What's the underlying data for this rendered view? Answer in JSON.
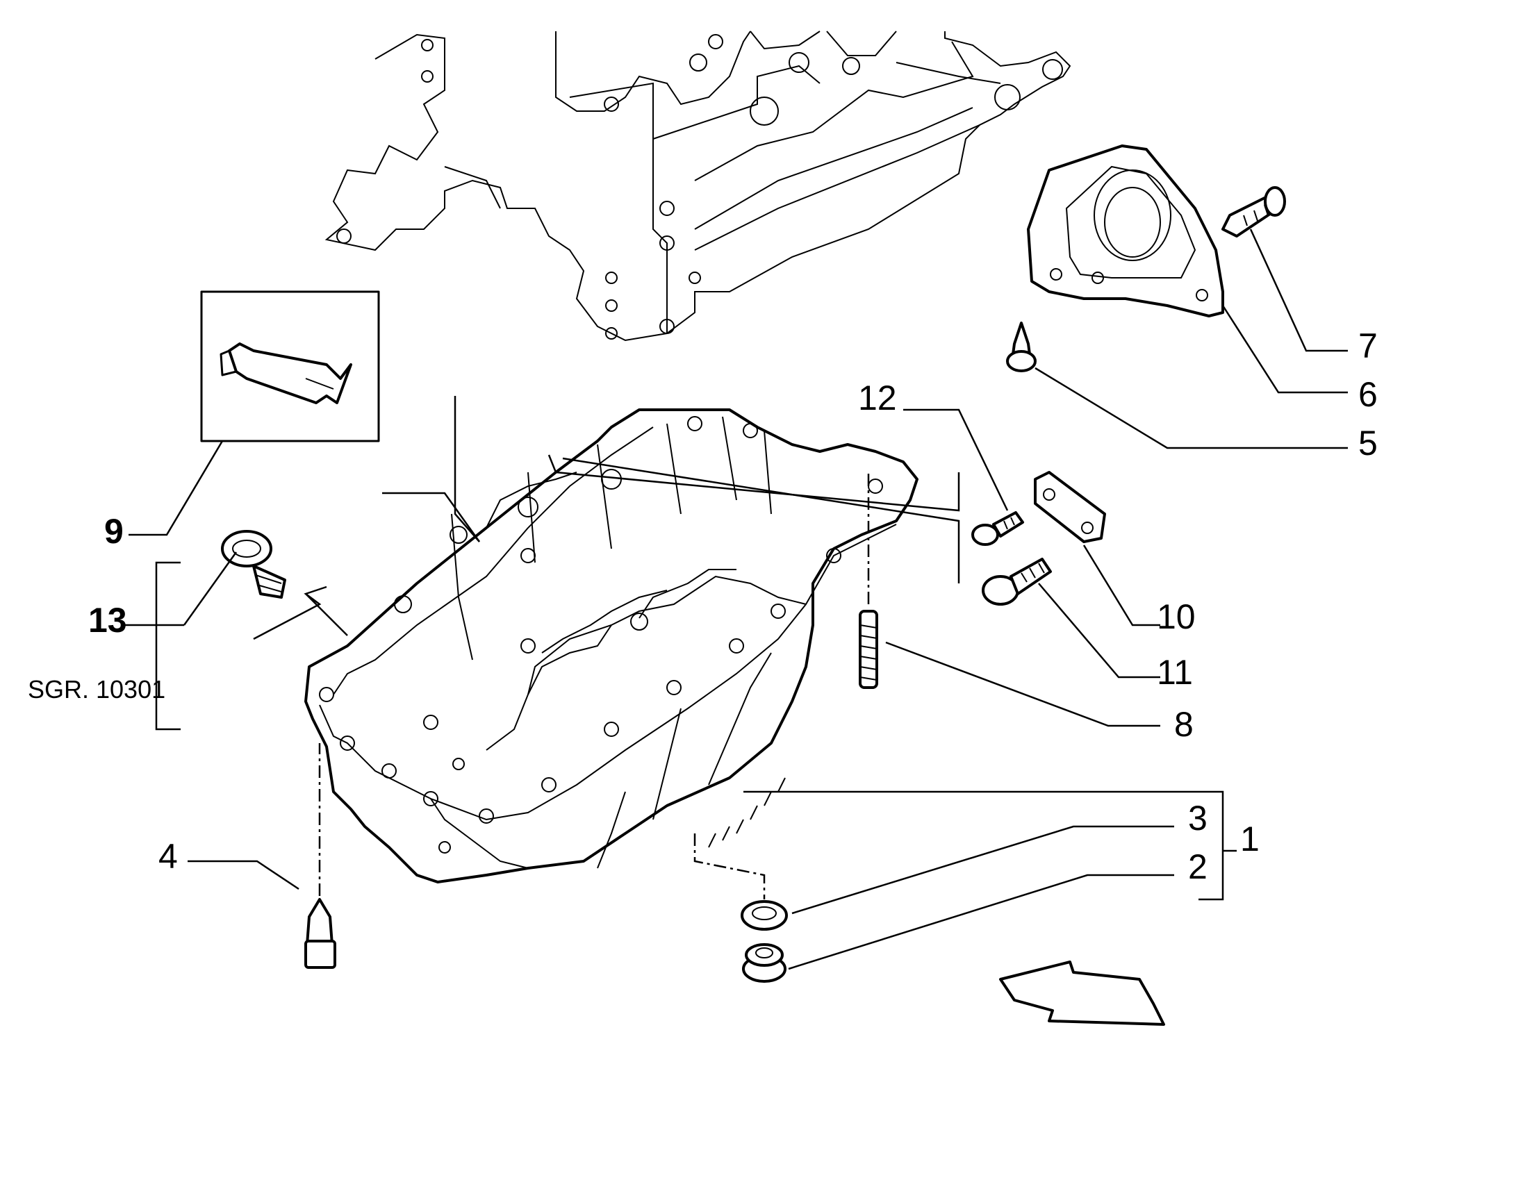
{
  "callouts": {
    "c1": "1",
    "c2": "2",
    "c3": "3",
    "c4": "4",
    "c5": "5",
    "c6": "6",
    "c7": "7",
    "c8": "8",
    "c9": "9",
    "c10": "10",
    "c11": "11",
    "c12": "12",
    "c13": "13"
  },
  "reference_label": "SGR. 10301"
}
